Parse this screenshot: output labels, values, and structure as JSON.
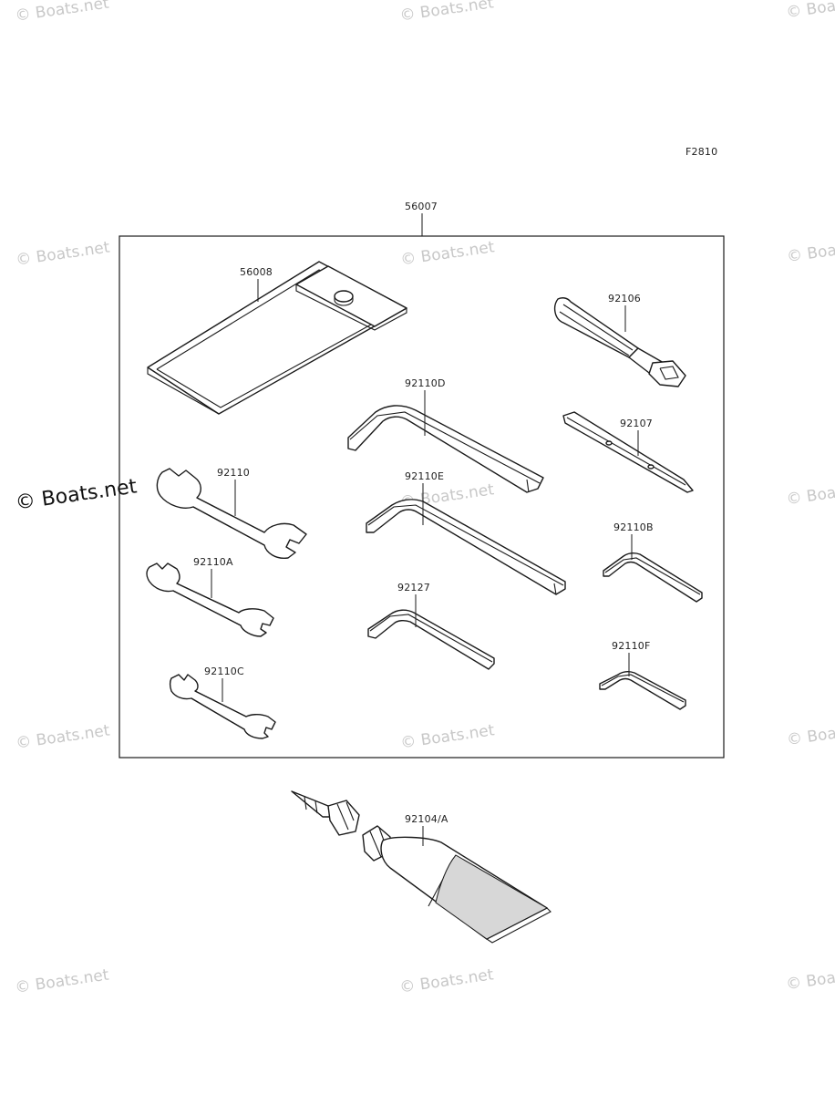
{
  "figure_code": "F2810",
  "watermark_text": "© Boats.net",
  "parts": {
    "kit": "56007",
    "case": "56008",
    "screwdriver": "92106",
    "hex_d": "92110D",
    "bit": "92107",
    "wrench": "92110",
    "hex_e": "92110E",
    "hex_b": "92110B",
    "wrench_a": "92110A",
    "hex_92127": "92127",
    "wrench_c": "92110C",
    "hex_f": "92110F",
    "grease": "92104/A"
  }
}
